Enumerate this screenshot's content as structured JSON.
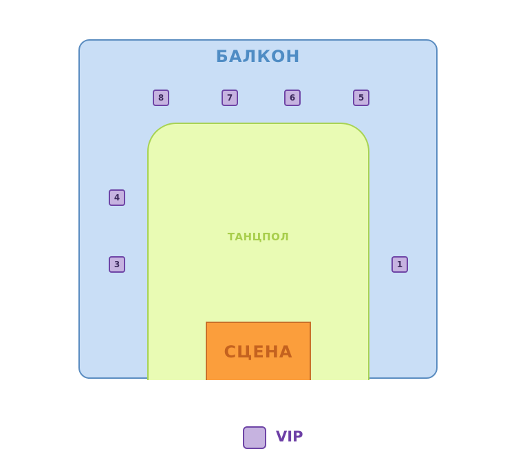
{
  "zones": {
    "balcony": "БАЛКОН",
    "dancefloor": "ТАНЦПОЛ",
    "stage": "СЦЕНА"
  },
  "vip_tables": [
    {
      "number": "8"
    },
    {
      "number": "7"
    },
    {
      "number": "6"
    },
    {
      "number": "5"
    },
    {
      "number": "4"
    },
    {
      "number": "3"
    },
    {
      "number": "1"
    }
  ],
  "legend": {
    "vip_label": "VIP"
  },
  "colors": {
    "balcony_fill": "#c9def6",
    "balcony_border": "#5a8cc0",
    "dancefloor_fill": "#e9fbb4",
    "stage_fill": "#fb9e3c",
    "vip_fill": "#c6b3e0",
    "vip_border": "#6e45a6"
  }
}
